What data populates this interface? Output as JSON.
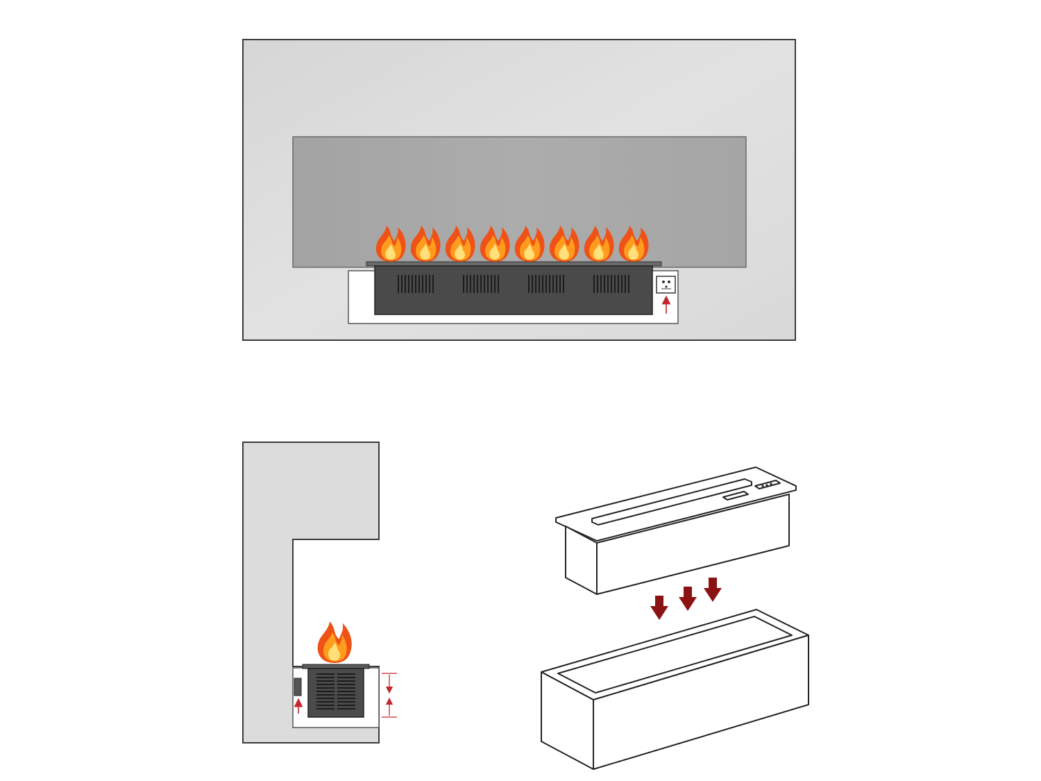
{
  "diagram": {
    "views": [
      {
        "id": "front-view",
        "description_visible_text": ""
      },
      {
        "id": "side-section-view",
        "description_visible_text": ""
      },
      {
        "id": "insert-assembly-view",
        "description_visible_text": ""
      }
    ],
    "flame_count_front": 8,
    "vent_groups_front": 4,
    "colors": {
      "wall": "#dcdcdc",
      "glass_panel": "#a8a8a8",
      "burner_body": "#4a4a4a",
      "arrow_red": "#c2272d",
      "arrow_dark_red": "#8b1212",
      "flame_outer": "#f05a1a",
      "flame_mid": "#ff9a1f",
      "flame_inner": "#ffe27a",
      "line": "#3a3a3a"
    },
    "icons": {
      "flame": "flame-icon",
      "socket": "power-socket-icon",
      "arrow_up": "arrow-up-icon",
      "arrow_down": "arrow-down-icon",
      "dimension": "dimension-arrows-icon"
    }
  }
}
